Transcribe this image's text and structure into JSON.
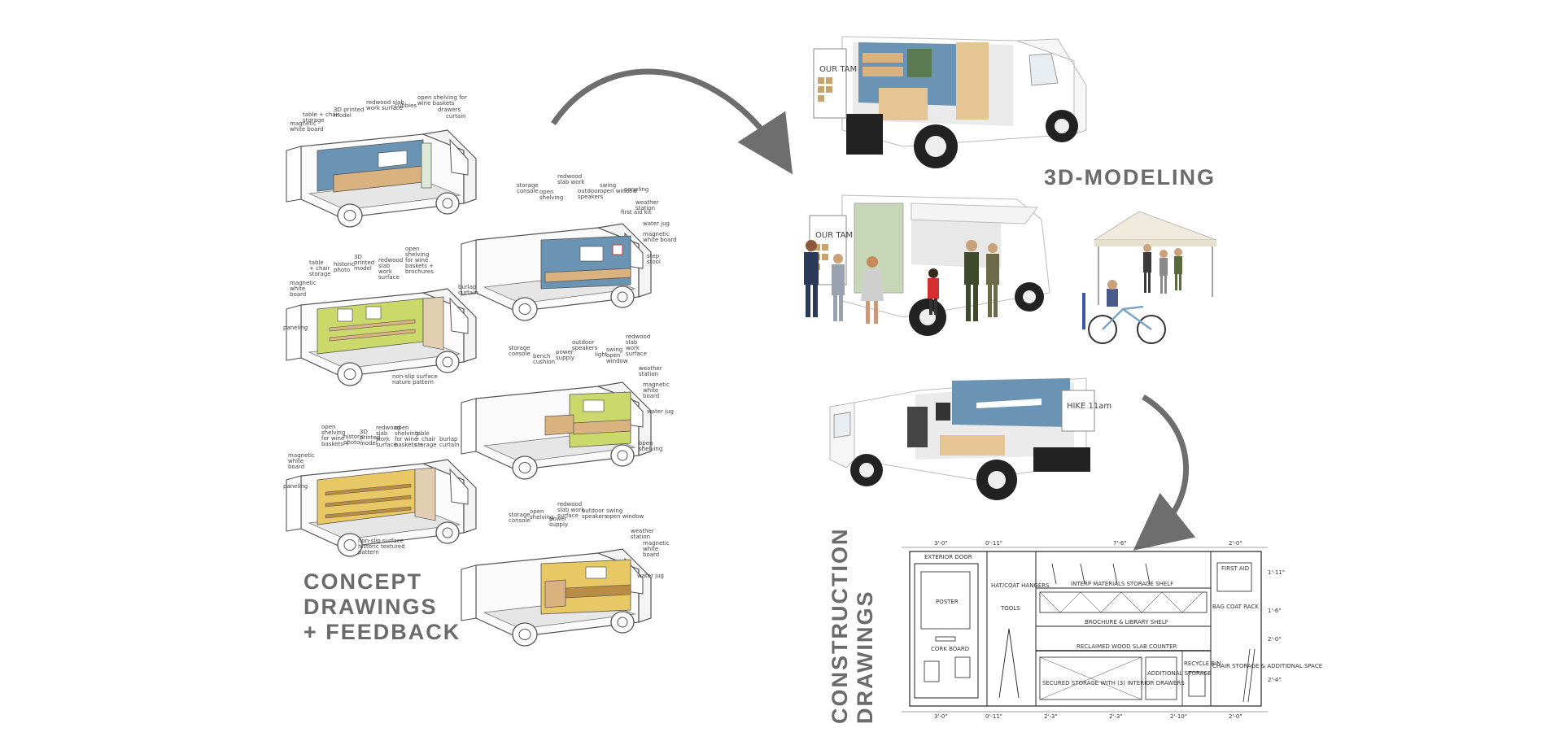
{
  "headings": {
    "concept": [
      "CONCEPT",
      "DRAWINGS",
      "+ FEEDBACK"
    ],
    "modeling": "3D-MODELING",
    "construction": [
      "CONSTRUCTION",
      "DRAWINGS"
    ]
  },
  "colors": {
    "heading": "#6b6b6b",
    "arrow": "#6e6e6e",
    "blue_wall": "#6b93b3",
    "green_wall": "#cbd96a",
    "yellow_wall": "#e8c865",
    "wood": "#d9b27f",
    "outline": "#555555"
  },
  "sketch_labels": {
    "s1": [
      "magnetic white board",
      "table + chair storage",
      "3D printed model",
      "redwood slab work surface",
      "cubbies",
      "open shelving for wine baskets",
      "drawers",
      "curtain"
    ],
    "s2": [
      "storage console",
      "open shelving",
      "redwood slab work surface",
      "outdoor speakers",
      "swing open window",
      "first aid kit",
      "weather station",
      "water jug",
      "magnetic white board",
      "step stool"
    ],
    "s3": [
      "table + chair storage",
      "historic photo",
      "3D printed model",
      "redwood slab work surface",
      "open shelving",
      "magnetic white board",
      "paneling",
      "burlap curtain",
      "non-slip surface"
    ],
    "s4": [
      "storage console",
      "bench cushion",
      "power supply",
      "outdoor speakers",
      "light",
      "weather station",
      "magnetic white board",
      "water jug",
      "open shelving"
    ],
    "s5": [
      "open shelving",
      "historic photo",
      "3D printed model",
      "redwood slab work surface",
      "table + chair storage",
      "burlap curtain",
      "magnetic white board",
      "paneling",
      "non-slip surface"
    ],
    "s6": [
      "storage console",
      "open shelving",
      "redwood slab work surface",
      "outdoor speakers",
      "swing open window",
      "weather station",
      "magnetic white board",
      "water jug"
    ]
  },
  "model_labels": {
    "sign1": "OUR TAM",
    "sign2": "OUR TAM",
    "sign3": "HIKE 11am"
  },
  "construction": {
    "dims_top": [
      "3'-0\"",
      "0'-11\"",
      "7'-6\"",
      "2'-0\""
    ],
    "dims_bottom": [
      "3'-0\"",
      "0'-11\"",
      "2'-3\"",
      "2'-3\"",
      "2'-10\"",
      "2'-0\""
    ],
    "labels": {
      "exterior_door": "EXTERIOR DOOR",
      "poster": "POSTER",
      "cork_board": "CORK BOARD",
      "hat_coat": "HAT/COAT HANGERS",
      "tools": "TOOLS",
      "interp_shelf": "INTERP MATERIALS STORAGE SHELF",
      "brochure_shelf": "BROCHURE & LIBRARY SHELF",
      "reclaimed_counter": "RECLAIMED WOOD SLAB COUNTER",
      "secured_storage": "SECURED STORAGE WITH (3) INTERIOR DRAWERS",
      "additional_storage": "ADDITIONAL STORAGE",
      "recycle_bin": "RECYCLE BIN",
      "first_aid": "FIRST AID",
      "bag_coat": "BAG COAT RACK",
      "chair_storage": "CHAIR STORAGE & ADDITIONAL SPACE"
    },
    "side_dims": [
      "1'-11\"",
      "1'-6\"",
      "2'-0\"",
      "2'-4\""
    ]
  }
}
